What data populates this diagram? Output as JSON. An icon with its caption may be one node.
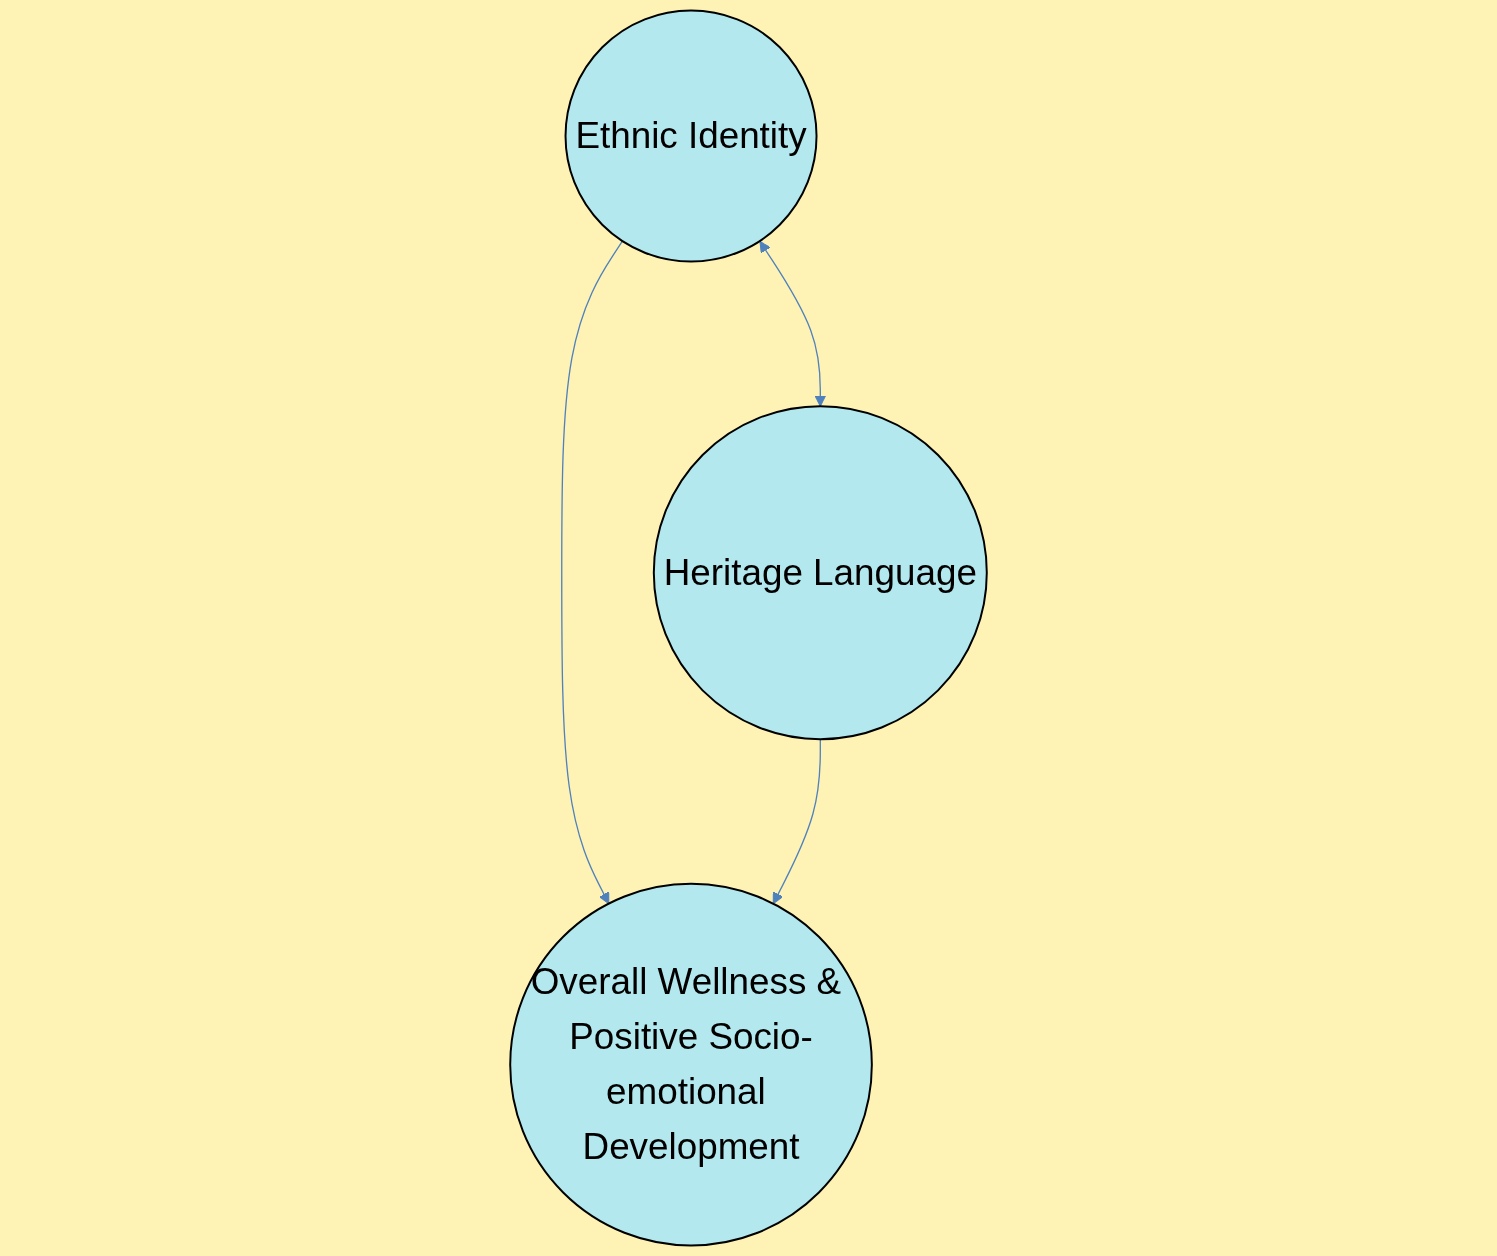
{
  "diagram": {
    "nodes": [
      {
        "text": [
          "Ethnic Identity"
        ]
      },
      {
        "text": [
          "Heritage Language"
        ]
      },
      {
        "text": [
          "Overall Wellness & Positive Socio-emotional Development"
        ]
      }
    ],
    "edges": [
      {
        "from": 0,
        "to": 1,
        "arrow": "both"
      },
      {
        "from": 0,
        "to": 2,
        "arrow": "to"
      },
      {
        "from": 1,
        "to": 2,
        "arrow": "to"
      }
    ]
  }
}
